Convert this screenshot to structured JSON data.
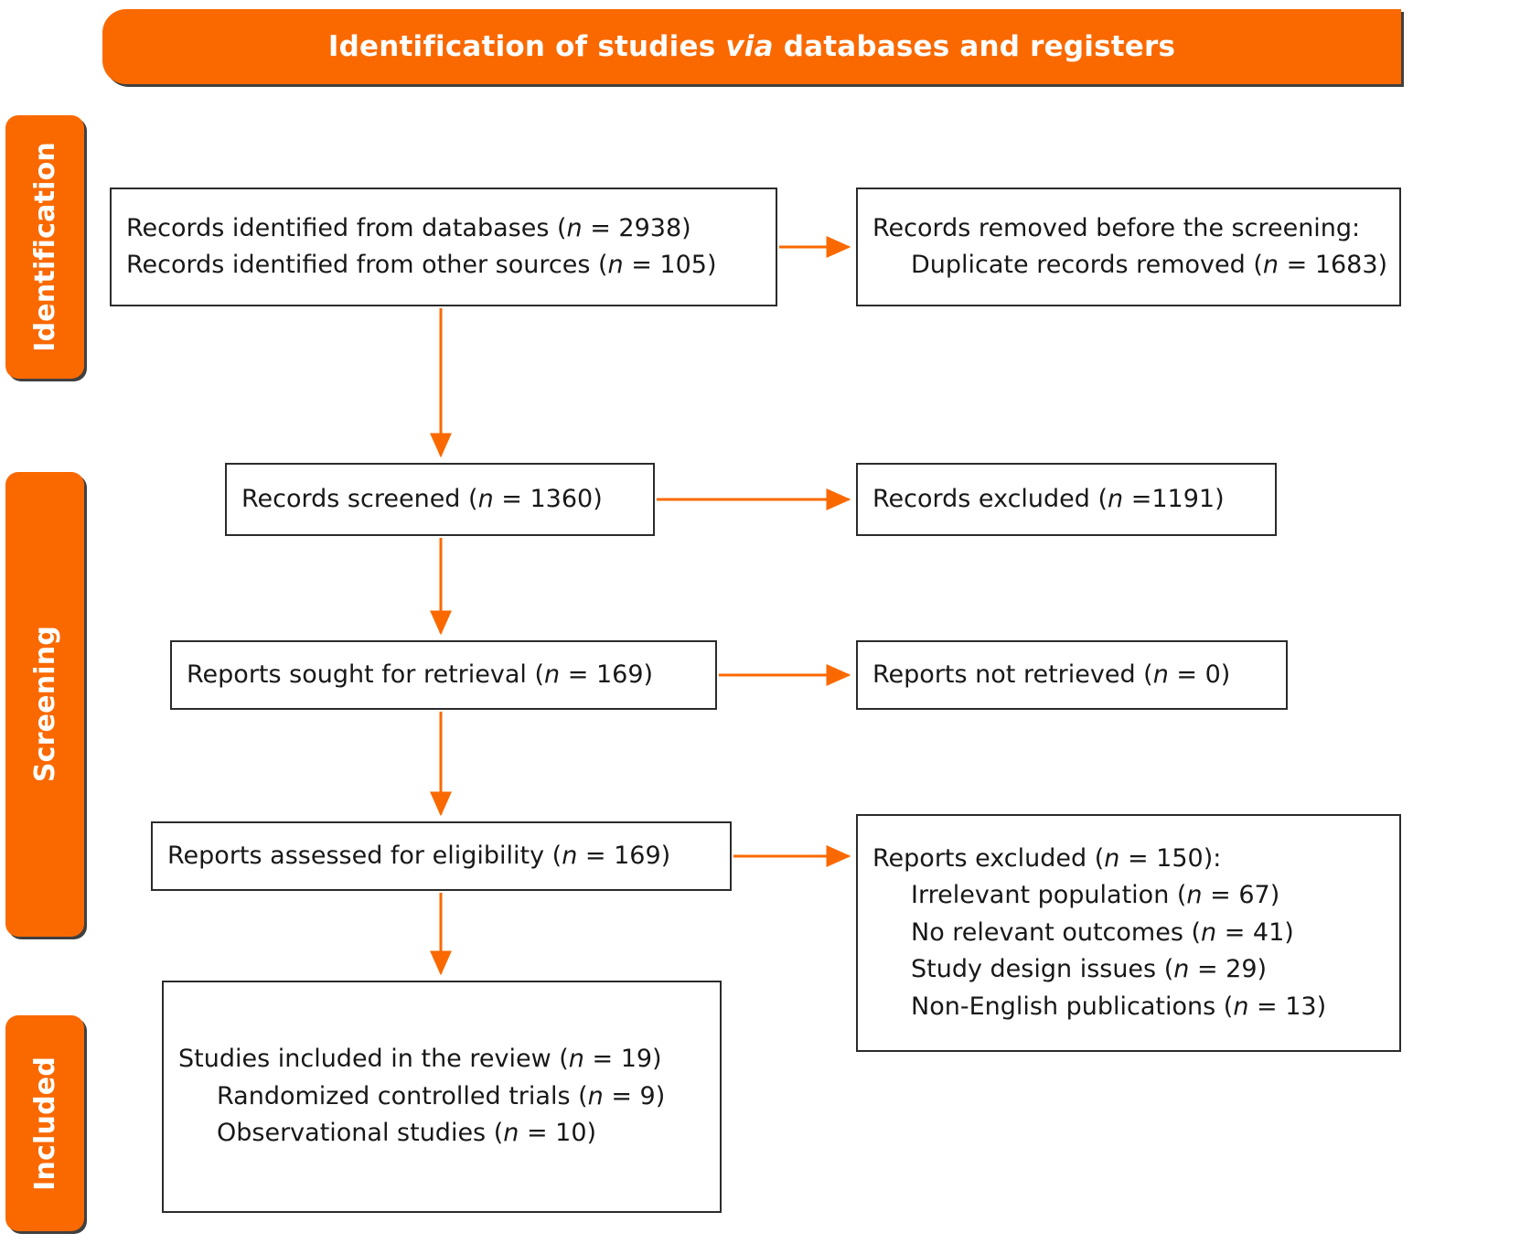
{
  "colors": {
    "accent": "#FA6900",
    "box_border": "#2b2b2b",
    "box_text": "#181818",
    "bar_text": "#ffffff",
    "page_background": "#ffffff"
  },
  "header": {
    "title_before_italic": "Identification of studies ",
    "title_italic": "via",
    "title_after_italic": " databases and registers",
    "title_full": "Identification of studies via databases and registers"
  },
  "stages": [
    {
      "id": "identification",
      "label": "Identification"
    },
    {
      "id": "screening",
      "label": "Screening"
    },
    {
      "id": "included",
      "label": "Included"
    }
  ],
  "boxes": {
    "identified": {
      "lines": [
        {
          "text": "Records identified from databases (n = 2938)",
          "indent": false
        },
        {
          "text": "Records identified from other sources (n = 105)",
          "indent": false
        }
      ]
    },
    "removed": {
      "lines": [
        {
          "text": "Records removed before the screening:",
          "indent": false
        },
        {
          "text": "Duplicate records removed (n = 1683)",
          "indent": true
        }
      ]
    },
    "screened": {
      "lines": [
        {
          "text": "Records screened (n = 1360)",
          "indent": false
        }
      ]
    },
    "records_excluded": {
      "lines": [
        {
          "text": "Records excluded (n =1191)",
          "indent": false
        }
      ]
    },
    "sought": {
      "lines": [
        {
          "text": "Reports sought for retrieval (n = 169)",
          "indent": false
        }
      ]
    },
    "not_retrieved": {
      "lines": [
        {
          "text": "Reports not retrieved (n = 0)",
          "indent": false
        }
      ]
    },
    "assessed": {
      "lines": [
        {
          "text": "Reports assessed for eligibility (n = 169)",
          "indent": false
        }
      ]
    },
    "reports_excluded": {
      "lines": [
        {
          "text": "Reports excluded (n = 150):",
          "indent": false
        },
        {
          "text": "Irrelevant population (n = 67)",
          "indent": true
        },
        {
          "text": "No relevant outcomes (n = 41)",
          "indent": true
        },
        {
          "text": "Study design issues (n = 29)",
          "indent": true
        },
        {
          "text": "Non-English publications (n = 13)",
          "indent": true
        }
      ]
    },
    "included": {
      "lines": [
        {
          "text": "Studies included in the review (n = 19)",
          "indent": false
        },
        {
          "text": "Randomized controlled trials (n = 9)",
          "indent": true
        },
        {
          "text": "Observational studies (n = 10)",
          "indent": true
        }
      ]
    }
  },
  "counts": {
    "records_identified_databases": 2938,
    "records_identified_other_sources": 105,
    "duplicate_records_removed": 1683,
    "records_screened": 1360,
    "records_excluded": 1191,
    "reports_sought_for_retrieval": 169,
    "reports_not_retrieved": 0,
    "reports_assessed_for_eligibility": 169,
    "reports_excluded_total": 150,
    "reports_excluded_irrelevant_population": 67,
    "reports_excluded_no_relevant_outcomes": 41,
    "reports_excluded_study_design_issues": 29,
    "reports_excluded_non_english": 13,
    "studies_included": 19,
    "randomized_controlled_trials": 9,
    "observational_studies": 10
  }
}
